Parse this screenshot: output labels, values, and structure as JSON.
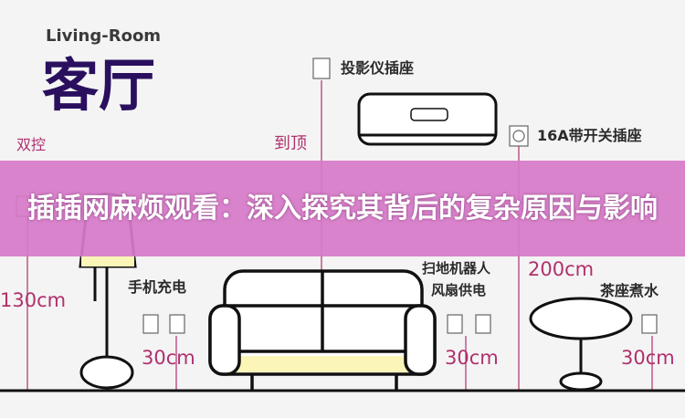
{
  "heading": {
    "subtitle": "Living-Room",
    "title": "客厅"
  },
  "labels": {
    "projector_outlet": "投影仪插座",
    "switch_outlet": "16A带开关插座",
    "to_ceiling": "到顶",
    "height_200": "200cm",
    "dual_control": "双控",
    "height_130": "130cm",
    "phone_charging": "手机充电",
    "robot_vacuum": "扫地机器人",
    "fan_power": "风扇供电",
    "tea_table": "茶座煮水",
    "height_30_a": "30cm",
    "height_30_b": "30cm",
    "height_30_c": "30cm"
  },
  "banner": {
    "title": "插插网麻烦观看：深入探究其背后的复杂原因与影响"
  },
  "colors": {
    "title": "#2a0f5e",
    "dimension": "#b0306e",
    "banner": "#d67ac8",
    "accent_yellow": "#fbf6b8"
  }
}
